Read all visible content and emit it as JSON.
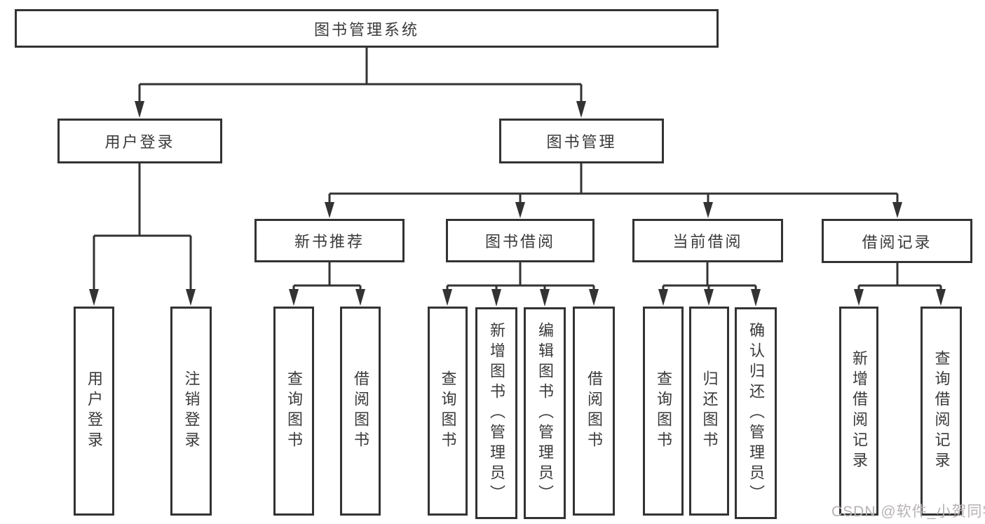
{
  "colors": {
    "line": "#333333",
    "text": "#3a3a3a",
    "watermark": "#b7b2b2",
    "background": "#ffffff"
  },
  "diagram": {
    "root": {
      "label": "图书管理系统"
    },
    "branches": [
      {
        "label": "用户登录",
        "children": [
          {
            "label": "用户登录"
          },
          {
            "label": "注销登录"
          }
        ]
      },
      {
        "label": "图书管理",
        "children": [
          {
            "label": "新书推荐",
            "children": [
              {
                "label": "查询图书"
              },
              {
                "label": "借阅图书"
              }
            ]
          },
          {
            "label": "图书借阅",
            "children": [
              {
                "label": "查询图书"
              },
              {
                "label": "新增图书（管理员）"
              },
              {
                "label": "编辑图书（管理员）"
              },
              {
                "label": "借阅图书"
              }
            ]
          },
          {
            "label": "当前借阅",
            "children": [
              {
                "label": "查询图书"
              },
              {
                "label": "归还图书"
              },
              {
                "label": "确认归还（管理员）"
              }
            ]
          },
          {
            "label": "借阅记录",
            "children": [
              {
                "label": "新增借阅记录"
              },
              {
                "label": "查询借阅记录"
              }
            ]
          }
        ]
      }
    ]
  },
  "watermark": {
    "text": "CSDN @软件_小贺同学"
  }
}
